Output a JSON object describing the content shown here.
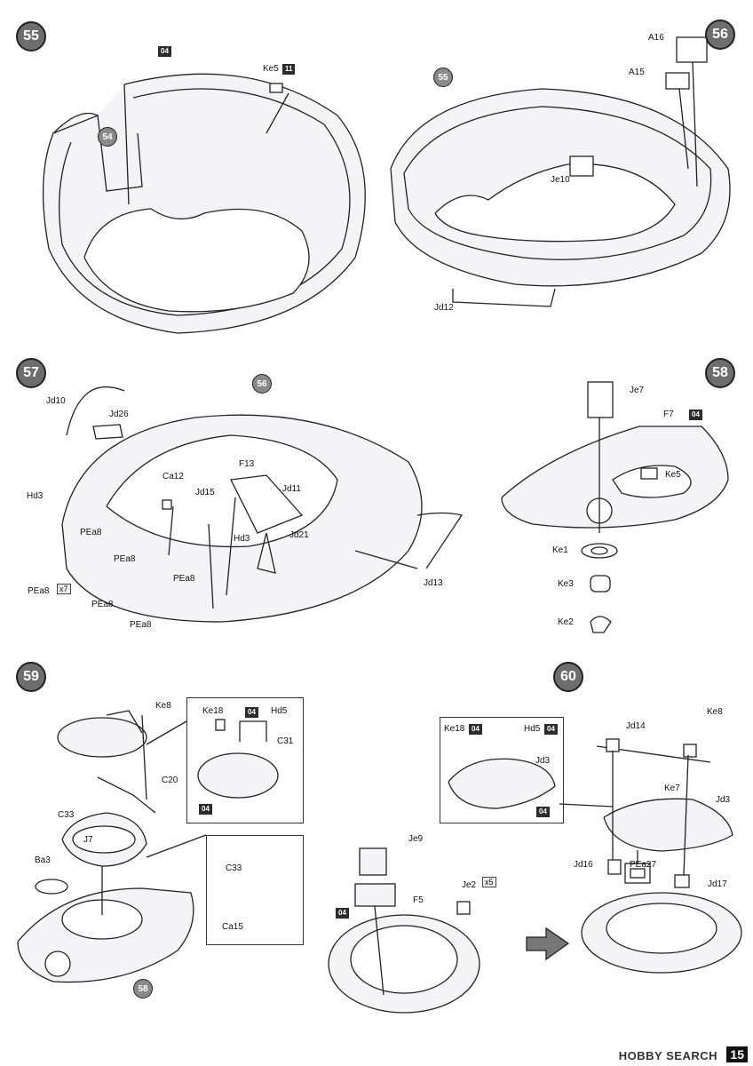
{
  "steps": [
    {
      "number": "55",
      "labels": {
        "tag": "04",
        "part": "Ke5",
        "part_tag": "11",
        "ref": "54"
      }
    },
    {
      "number": "56",
      "labels": {
        "ref": "55",
        "a16": "A16",
        "a15": "A15",
        "je10": "Je10",
        "jd12": "Jd12"
      }
    },
    {
      "number": "57",
      "labels": {
        "ref": "56",
        "jd10": "Jd10",
        "jd26": "Jd26",
        "hd3a": "Hd3",
        "pea8_1": "PEa8",
        "pea8_2": "PEa8",
        "pea8_3": "PEa8",
        "pea8_4": "PEa8",
        "pea8_5": "PEa8",
        "pea8_6": "PEa8",
        "ca12": "Ca12",
        "jd15": "Jd15",
        "f13": "F13",
        "jd11": "Jd11",
        "hd3b": "Hd3",
        "jd21": "Jd21",
        "jd13": "Jd13",
        "count": "x7"
      }
    },
    {
      "number": "58",
      "labels": {
        "je7": "Je7",
        "f7": "F7",
        "tag": "04",
        "ke5": "Ke5",
        "ke1": "Ke1",
        "ke3": "Ke3",
        "ke2": "Ke2"
      }
    },
    {
      "number": "59",
      "labels": {
        "ke8": "Ke8",
        "ke18": "Ke18",
        "tag1": "04",
        "hd5": "Hd5",
        "c31": "C31",
        "tag2": "04",
        "c20": "C20",
        "c33a": "C33",
        "j7": "J7",
        "ba3": "Ba3",
        "c33b": "C33",
        "ca15": "Ca15",
        "ref": "58"
      }
    },
    {
      "number": "60",
      "labels": {
        "ke18": "Ke18",
        "tag1": "04",
        "hd5": "Hd5",
        "tag2": "04",
        "jd3a": "Jd3",
        "tag3": "04",
        "je9": "Je9",
        "je2": "Je2",
        "count": "x5",
        "f5": "F5",
        "tag4": "04",
        "ke8": "Ke8",
        "jd14": "Jd14",
        "ke7": "Ke7",
        "jd3b": "Jd3",
        "jd16": "Jd16",
        "pea27": "PEa27",
        "jd17": "Jd17"
      }
    }
  ],
  "footer": {
    "watermark": "HOBBY SEARCH",
    "page_number": "15"
  }
}
